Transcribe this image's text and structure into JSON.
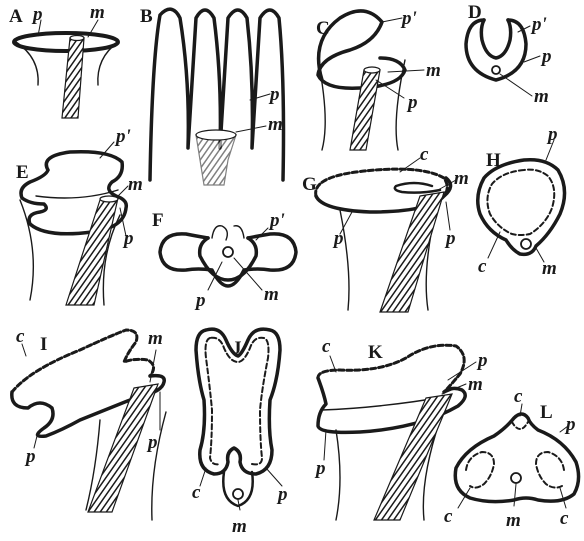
{
  "panels": [
    {
      "id": "A",
      "labels": [
        "p",
        "m"
      ]
    },
    {
      "id": "B",
      "labels": [
        "p",
        "m"
      ]
    },
    {
      "id": "C",
      "labels": [
        "p'",
        "m",
        "p"
      ]
    },
    {
      "id": "D",
      "labels": [
        "p'",
        "p",
        "m"
      ]
    },
    {
      "id": "E",
      "labels": [
        "p'",
        "m",
        "p"
      ]
    },
    {
      "id": "F",
      "labels": [
        "p'",
        "p",
        "m"
      ]
    },
    {
      "id": "G",
      "labels": [
        "c",
        "m",
        "p",
        "p"
      ]
    },
    {
      "id": "H",
      "labels": [
        "p",
        "c",
        "m"
      ]
    },
    {
      "id": "I",
      "labels": [
        "c",
        "m",
        "p",
        "p"
      ]
    },
    {
      "id": "J",
      "labels": [
        "c",
        "p",
        "m"
      ]
    },
    {
      "id": "K",
      "labels": [
        "c",
        "p",
        "m",
        "p"
      ]
    },
    {
      "id": "L",
      "labels": [
        "c",
        "p",
        "c",
        "m",
        "c"
      ]
    }
  ]
}
